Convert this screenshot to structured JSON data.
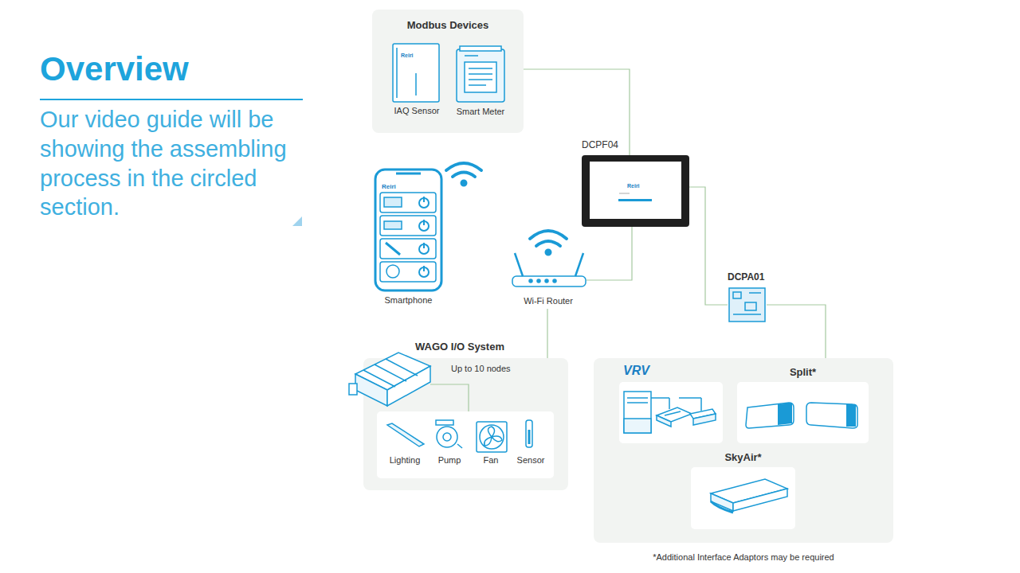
{
  "diagram": {
    "title": "Overview",
    "nodes": [
      {
        "text": [
          "Modbus Devices"
        ]
      },
      {
        "text": [
          "IAQ Sensor"
        ],
        "in": 0
      },
      {
        "text": [
          "Smart Meter"
        ],
        "in": 0
      },
      {
        "text": [
          "DCPF04"
        ]
      },
      {
        "text": [
          "Smartphone"
        ]
      },
      {
        "text": [
          "Wi-Fi Router"
        ]
      },
      {
        "text": [
          "DCPA01"
        ]
      },
      {
        "text": [
          "WAGO I/O System",
          "Up to 10 nodes"
        ]
      },
      {
        "text": [
          "Lighting"
        ],
        "in": 7
      },
      {
        "text": [
          "Pump"
        ],
        "in": 7
      },
      {
        "text": [
          "Fan"
        ],
        "in": 7
      },
      {
        "text": [
          "Sensor"
        ],
        "in": 7
      },
      {
        "text": []
      },
      {
        "text": [
          "VRV"
        ],
        "in": 12
      },
      {
        "text": [
          "Split*"
        ],
        "in": 12
      },
      {
        "text": [
          "SkyAir*"
        ],
        "in": 12
      }
    ],
    "edges": [
      {
        "from": 0,
        "to": 3,
        "arrow": "none"
      },
      {
        "from": 3,
        "to": 5,
        "arrow": "none"
      },
      {
        "from": 5,
        "to": 7,
        "arrow": "none"
      },
      {
        "from": 3,
        "to": 6,
        "arrow": "none"
      },
      {
        "from": 6,
        "to": 12,
        "arrow": "none"
      }
    ],
    "labels": [
      "Our video guide will be showing the assembling process in the circled section.",
      "*Additional Interface Adaptors may be required",
      "Reiri",
      "Reiri",
      "Reiri"
    ]
  }
}
